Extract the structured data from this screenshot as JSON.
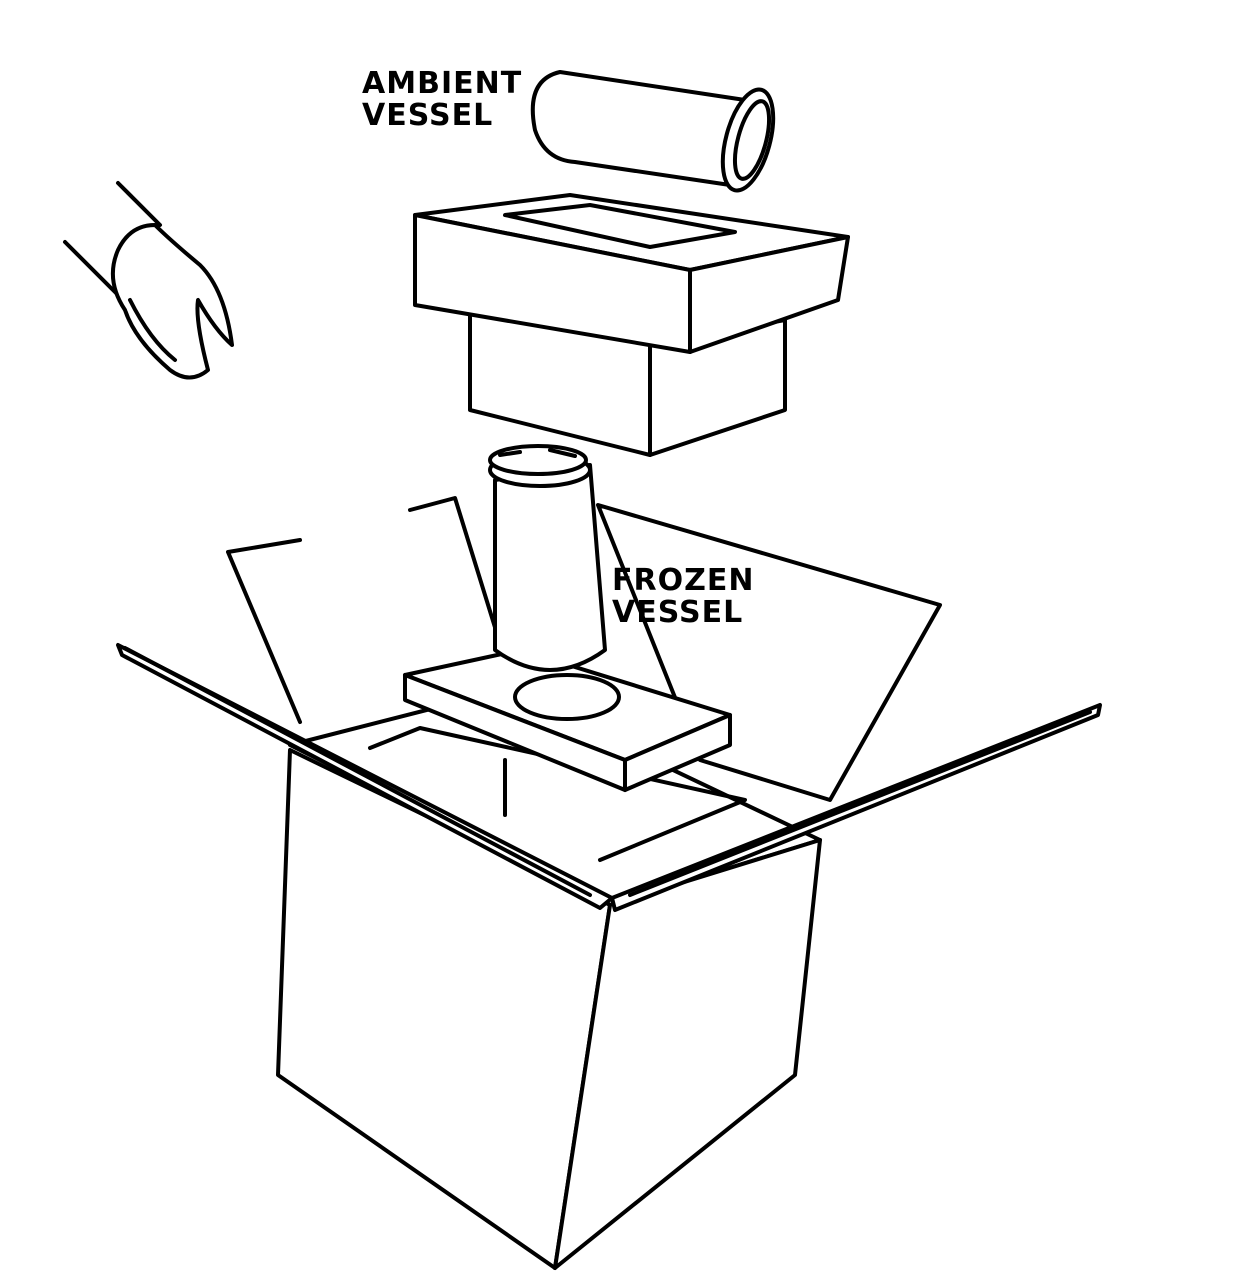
{
  "labels": {
    "ambient_line1": "AMBIENT",
    "ambient_line2": "VESSEL",
    "frozen_line1": "FROZEN",
    "frozen_line2": "VESSEL"
  },
  "colors": {
    "ink": "#000000",
    "paper": "#ffffff"
  }
}
